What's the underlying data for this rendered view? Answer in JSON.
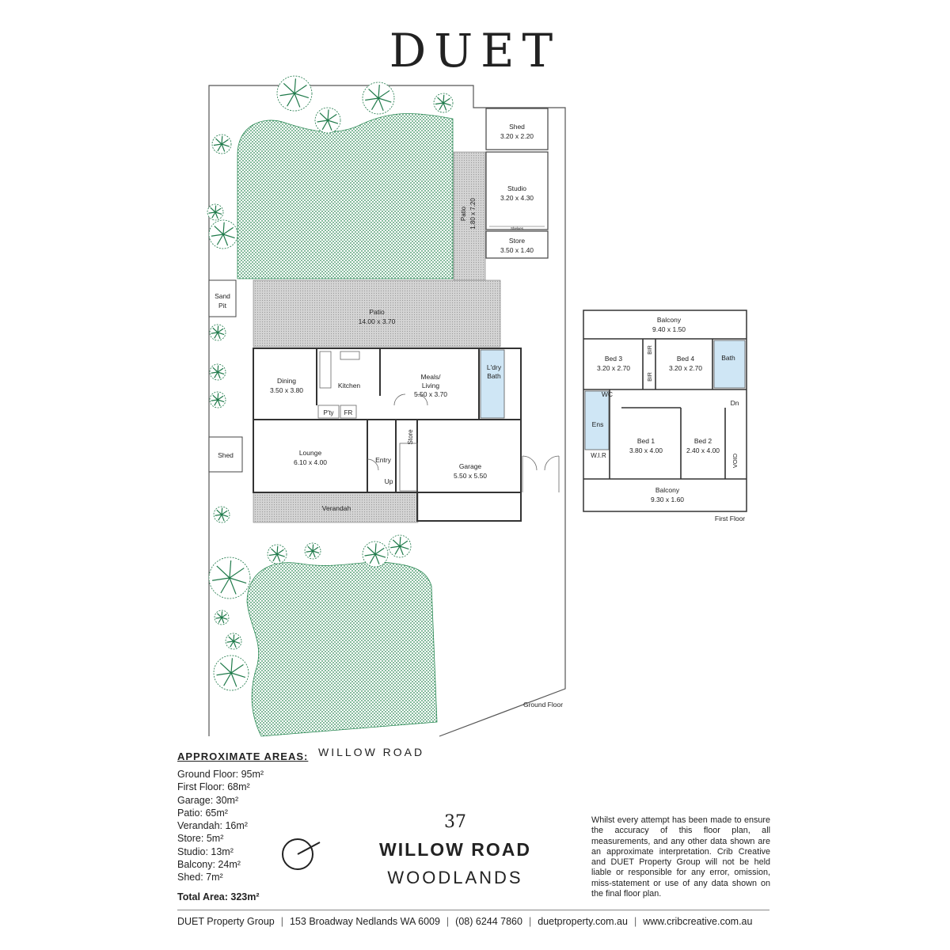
{
  "brand": "DUET",
  "plan": {
    "ground_label": "Ground Floor",
    "first_label": "First Floor",
    "street_name": "WILLOW ROAD",
    "ground_rooms": [
      {
        "id": "shed-rear",
        "name": "Shed",
        "dims": "3.20 x 2.20"
      },
      {
        "id": "studio",
        "name": "Studio",
        "dims": "3.20 x 4.30"
      },
      {
        "id": "studio-shelves",
        "name": "Shelves",
        "dims": ""
      },
      {
        "id": "store-rear",
        "name": "Store",
        "dims": "3.50 x 1.40"
      },
      {
        "id": "patio-side",
        "name": "Patio",
        "dims": "1.80 x 7.20"
      },
      {
        "id": "sand-pit",
        "name": "Sand",
        "dims": "Pit"
      },
      {
        "id": "patio-main",
        "name": "Patio",
        "dims": "14.00 x 3.70"
      },
      {
        "id": "dining",
        "name": "Dining",
        "dims": "3.50 x 3.80"
      },
      {
        "id": "kitchen",
        "name": "Kitchen",
        "dims": ""
      },
      {
        "id": "meals-living",
        "name": "Meals/",
        "dims": "Living"
      },
      {
        "id": "meals-living-dims",
        "name": "5.50 x 3.70",
        "dims": ""
      },
      {
        "id": "laundry",
        "name": "L'dry",
        "dims": "Bath"
      },
      {
        "id": "pantry",
        "name": "P'ty",
        "dims": ""
      },
      {
        "id": "fridge",
        "name": "FR",
        "dims": ""
      },
      {
        "id": "lounge",
        "name": "Lounge",
        "dims": "6.10 x 4.00"
      },
      {
        "id": "entry",
        "name": "Entry",
        "dims": ""
      },
      {
        "id": "store-hall",
        "name": "Store",
        "dims": ""
      },
      {
        "id": "stair-up",
        "name": "Up",
        "dims": ""
      },
      {
        "id": "garage",
        "name": "Garage",
        "dims": "5.50 x 5.50"
      },
      {
        "id": "verandah",
        "name": "Verandah",
        "dims": ""
      },
      {
        "id": "shed-side",
        "name": "Shed",
        "dims": ""
      }
    ],
    "first_rooms": [
      {
        "id": "balcony-top",
        "name": "Balcony",
        "dims": "9.40 x 1.50"
      },
      {
        "id": "bed3",
        "name": "Bed 3",
        "dims": "3.20 x 2.70"
      },
      {
        "id": "bir1",
        "name": "BIR",
        "dims": ""
      },
      {
        "id": "bir2",
        "name": "BIR",
        "dims": ""
      },
      {
        "id": "bed4",
        "name": "Bed 4",
        "dims": "3.20 x 2.70"
      },
      {
        "id": "bath",
        "name": "Bath",
        "dims": ""
      },
      {
        "id": "wc",
        "name": "WC",
        "dims": ""
      },
      {
        "id": "dn",
        "name": "Dn",
        "dims": ""
      },
      {
        "id": "ens",
        "name": "Ens",
        "dims": ""
      },
      {
        "id": "wir",
        "name": "W.I.R",
        "dims": ""
      },
      {
        "id": "bed1",
        "name": "Bed 1",
        "dims": "3.80 x 4.00"
      },
      {
        "id": "bed2",
        "name": "Bed 2",
        "dims": "2.40 x 4.00"
      },
      {
        "id": "void",
        "name": "VOID",
        "dims": ""
      },
      {
        "id": "balcony-bottom",
        "name": "Balcony",
        "dims": "9.30 x 1.60"
      }
    ]
  },
  "areas": {
    "title": "APPROXIMATE AREAS:",
    "items": [
      {
        "label": "Ground Floor:",
        "value": "95m²"
      },
      {
        "label": "First Floor:",
        "value": "68m²"
      },
      {
        "label": "Garage:",
        "value": "30m²"
      },
      {
        "label": "Patio:",
        "value": "65m²"
      },
      {
        "label": "Verandah:",
        "value": "16m²"
      },
      {
        "label": "Store:",
        "value": "5m²"
      },
      {
        "label": "Studio:",
        "value": "13m²"
      },
      {
        "label": "Balcony:",
        "value": "24m²"
      },
      {
        "label": "Shed:",
        "value": "7m²"
      }
    ],
    "total_label": "Total Area:",
    "total_value": "323m²"
  },
  "address": {
    "number": "37",
    "street": "WILLOW ROAD",
    "suburb": "WOODLANDS"
  },
  "disclaimer": "Whilst every attempt has been made to ensure the accuracy of this floor plan, all measurements, and any other data shown are an approximate interpretation. Crib Creative and DUET Property Group will not be held liable or responsible for any error, omission, miss-statement or use of any data shown on the final floor plan.",
  "footer": [
    "DUET Property Group",
    "153 Broadway Nedlands WA 6009",
    "(08) 6244 7860",
    "duetproperty.com.au",
    "www.cribcreative.com.au"
  ],
  "colors": {
    "lawn": "#2e8b57",
    "tree": "#1f7a4a",
    "paving": "#cfcfcf",
    "wet": "#cfe6f5",
    "line": "#444444"
  }
}
